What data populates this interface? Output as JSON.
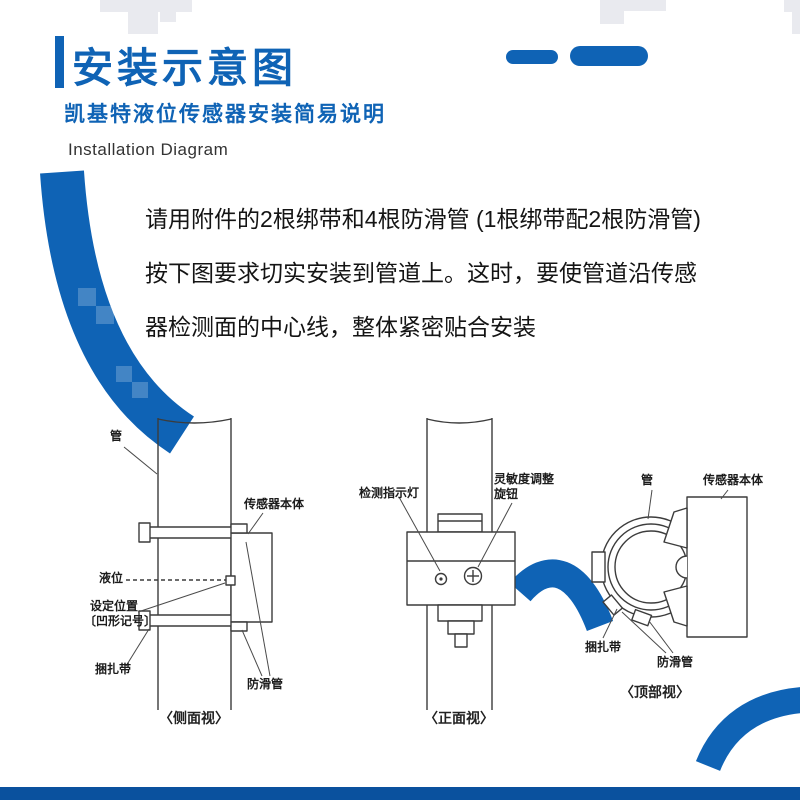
{
  "header": {
    "title": "安装示意图",
    "subtitle": "凯基特液位传感器安装简易说明",
    "subtitle_en": "Installation Diagram"
  },
  "intro": {
    "lines": [
      "请用附件的2根绑带和4根防滑管 (1根绑带配2根防滑管)",
      "按下图要求切实安装到管道上。这时，要使管道沿传感",
      "器检测面的中心线，整体紧密贴合安装"
    ]
  },
  "diagrams": {
    "side_view": {
      "caption": "〈侧面视〉",
      "labels": {
        "pipe": "管",
        "sensor_body": "传感器本体",
        "liquid_level": "液位",
        "set_position": "设定位置",
        "set_position_note": "〔凹形记号〕",
        "binding_band": "捆扎带",
        "anti_slip_tube": "防滑管"
      }
    },
    "front_view": {
      "caption": "〈正面视〉",
      "labels": {
        "indicator_light": "检测指示灯",
        "sensitivity_knob": "灵敏度调整",
        "sensitivity_knob_2": "旋钮"
      }
    },
    "top_view": {
      "caption": "〈顶部视〉",
      "labels": {
        "pipe": "管",
        "sensor_body": "传感器本体",
        "binding_band": "捆扎带",
        "anti_slip_tube": "防滑管"
      }
    }
  },
  "colors": {
    "brand_blue": "#0f63b5",
    "deep_blue": "#0a519e",
    "text_dark": "#1c1c1c",
    "line_art": "#3c3c3c",
    "deco_gray": "#e9eaef"
  }
}
